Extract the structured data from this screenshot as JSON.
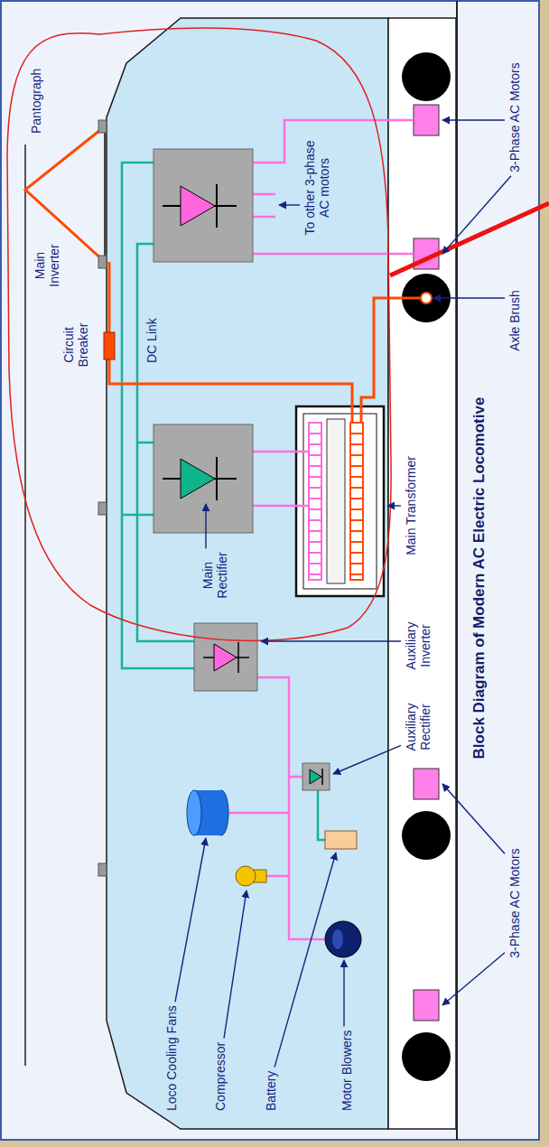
{
  "diagram": {
    "caption": "Block Diagram of Modern AC Electric Locomotive",
    "labels": [
      "Main Inverter",
      "Pantograph",
      "Circuit Breaker",
      "DC Link",
      "Loco Cooling Fans",
      "Main Rectifier",
      "Compressor",
      "Battery",
      "To other 3-phase AC motors",
      "Motor Blowers",
      "Auxiliary Rectifier",
      "Auxiliary Inverter",
      "Main Transformer",
      "3-Phase AC Motors",
      "Axle Brush",
      "3-Phase AC Motors"
    ]
  }
}
